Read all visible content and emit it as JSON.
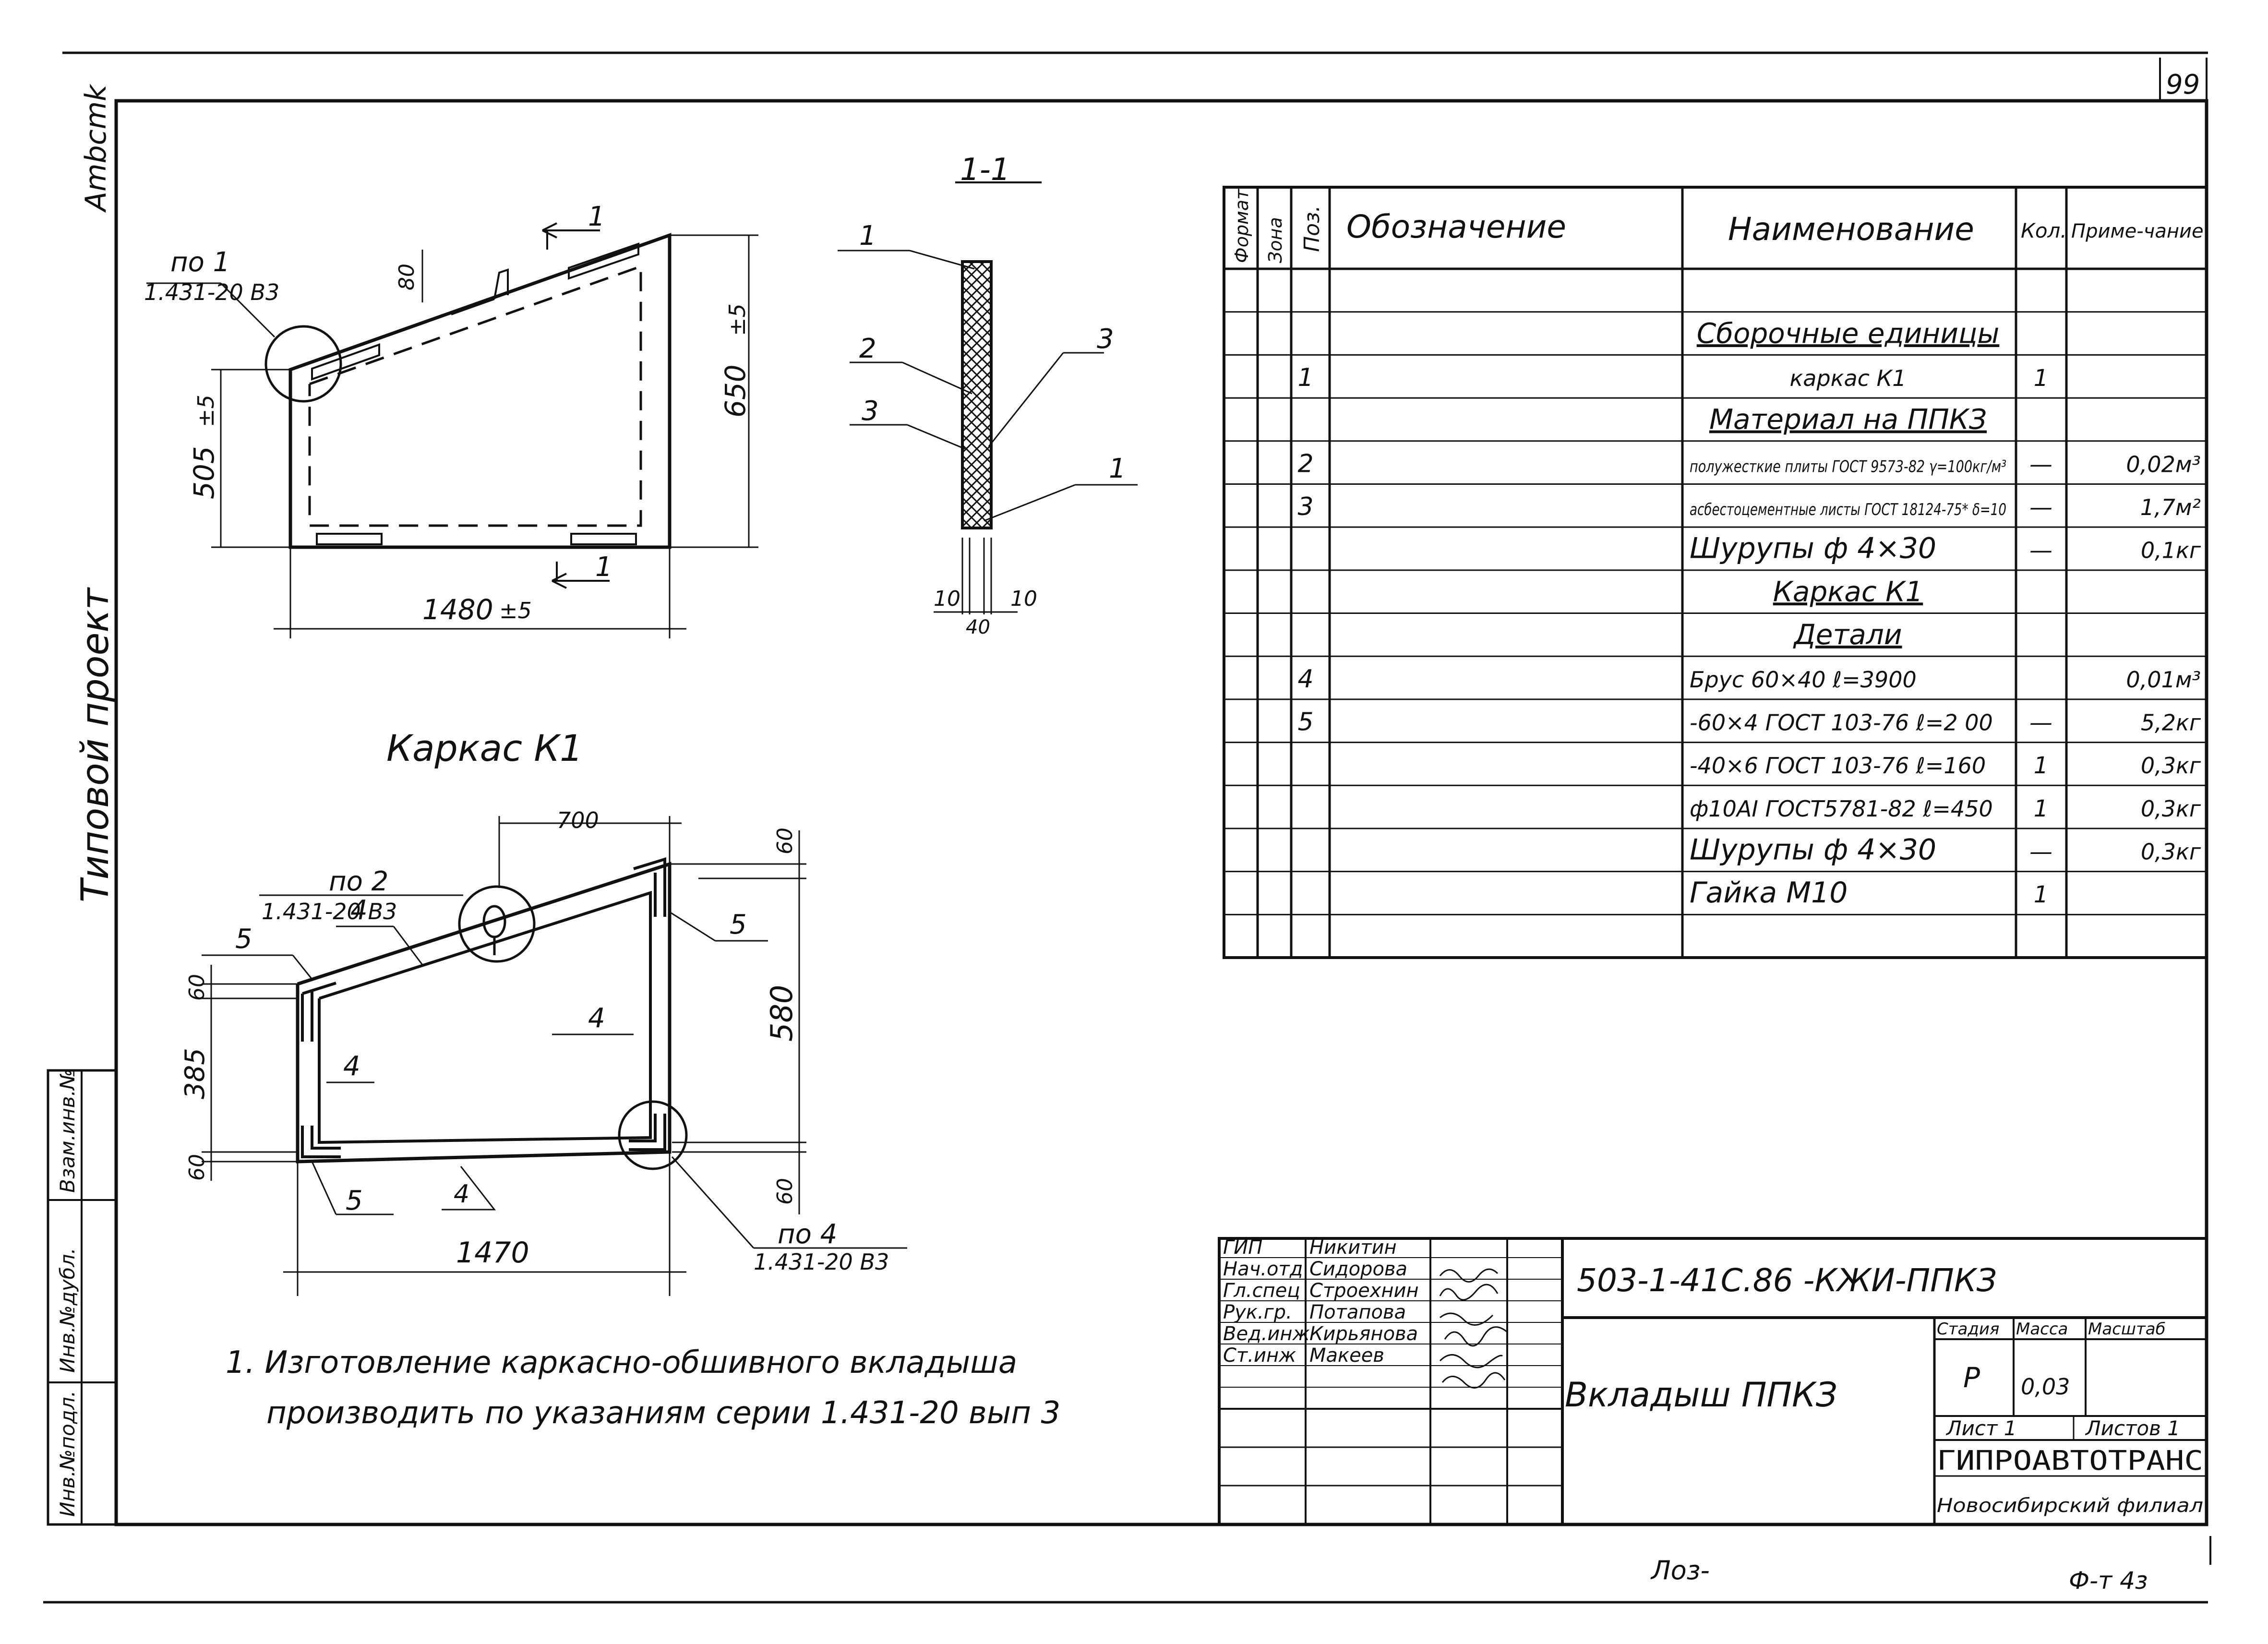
{
  "page_number": "99",
  "margin": {
    "top_left_signature": "Ambcmk",
    "vertical_title": "Типовой проект",
    "stamp_col1": "Инв.№подл.",
    "stamp_col2": "Инв.№дубл.",
    "stamp_col3": "Взам.инв.№"
  },
  "views": {
    "section_label": "1-1",
    "cut_marker": "1",
    "frame_title": "Каркас К1",
    "top": {
      "ref_label": "по 1",
      "ref_doc": "1.431-20 В3",
      "dim_top": "80",
      "dim_height_right": "650",
      "dim_height_left": "505",
      "dim_tolerance": "±5",
      "dim_width": "1480"
    },
    "section": {
      "callouts": [
        "1",
        "2",
        "3",
        "3",
        "1"
      ],
      "dim_left": "10",
      "dim_right": "10",
      "dim_total": "40"
    },
    "frame": {
      "ref_top_label": "по 2",
      "ref_top_doc": "1.431-20 В3",
      "ref_bottom_label": "по 4",
      "ref_bottom_doc": "1.431-20 В3",
      "dim_700": "700",
      "dim_580": "580",
      "dim_385": "385",
      "dim_60": "60",
      "dim_1470": "1470",
      "pos_4": "4",
      "pos_5": "5"
    }
  },
  "note": {
    "line1": "1. Изготовление каркасно-обшивного вкладыша",
    "line2": "производить по указаниям серии 1.431-20 вып 3"
  },
  "spec": {
    "headers": {
      "format": "Формат",
      "zone": "Зона",
      "pos": "Поз.",
      "designation": "Обозначение",
      "name": "Наименование",
      "qty": "Кол.",
      "note": "Приме-чание"
    },
    "rows": [
      {
        "pos": "",
        "name": "",
        "qty": "",
        "note": "",
        "style": ""
      },
      {
        "pos": "",
        "name": "Сборочные единицы",
        "qty": "",
        "note": "",
        "style": "heading"
      },
      {
        "pos": "1",
        "name": "каркас  К1",
        "qty": "1",
        "note": "",
        "style": "center"
      },
      {
        "pos": "",
        "name": "Материал на ППКЗ",
        "qty": "",
        "note": "",
        "style": "heading"
      },
      {
        "pos": "2",
        "name": "полужесткие плиты ГОСТ 9573-82 γ=100кг/м³",
        "qty": "—",
        "note": "0,02м³",
        "style": "small"
      },
      {
        "pos": "3",
        "name": "асбестоцементные листы ГОСТ 18124-75* δ=10",
        "qty": "—",
        "note": "1,7м²",
        "style": "small"
      },
      {
        "pos": "",
        "name": "Шурупы  ф 4×30",
        "qty": "—",
        "note": "0,1кг",
        "style": "big"
      },
      {
        "pos": "",
        "name": "Каркас  К1",
        "qty": "",
        "note": "",
        "style": "heading"
      },
      {
        "pos": "",
        "name": "Детали",
        "qty": "",
        "note": "",
        "style": "heading"
      },
      {
        "pos": "4",
        "name": "Брус 60×40   ℓ=3900",
        "qty": "",
        "note": "0,01м³",
        "style": ""
      },
      {
        "pos": "5",
        "name": "-60×4 ГОСТ 103-76 ℓ=2 00",
        "qty": "—",
        "note": "5,2кг",
        "style": ""
      },
      {
        "pos": "",
        "name": "-40×6 ГОСТ 103-76 ℓ=160",
        "qty": "1",
        "note": "0,3кг",
        "style": ""
      },
      {
        "pos": "",
        "name": "ф10АI ГОСТ5781-82 ℓ=450",
        "qty": "1",
        "note": "0,3кг",
        "style": ""
      },
      {
        "pos": "",
        "name": "Шурупы  ф 4×30",
        "qty": "—",
        "note": "0,3кг",
        "style": "big"
      },
      {
        "pos": "",
        "name": "Гайка  М10",
        "qty": "1",
        "note": "",
        "style": "big"
      },
      {
        "pos": "",
        "name": "",
        "qty": "",
        "note": "",
        "style": ""
      }
    ]
  },
  "title_block": {
    "code": "503-1-41С.86      -КЖИ-ППКЗ",
    "title": "Вкладыш  ППКЗ",
    "people": [
      {
        "role": "ГИП",
        "name": "Никитин"
      },
      {
        "role": "Нач.отд",
        "name": "Сидорова"
      },
      {
        "role": "Гл.спец",
        "name": "Строехнин"
      },
      {
        "role": "Рук.гр.",
        "name": "Потапова"
      },
      {
        "role": "Вед.инж",
        "name": "Кирьянова"
      },
      {
        "role": "Ст.инж",
        "name": "Макеев"
      }
    ],
    "stage_label": "Стадия",
    "mass_label": "Масса",
    "scale_label": "Масштаб",
    "stage": "Р",
    "mass": "0,03",
    "sheet": "Лист 1",
    "sheets": "Листов 1",
    "org": "ГИПРОАВТОТРАНС",
    "branch": "Новосибирский филиал"
  },
  "footer": {
    "sign": "Лоз-",
    "form": "Ф-т 4з"
  }
}
